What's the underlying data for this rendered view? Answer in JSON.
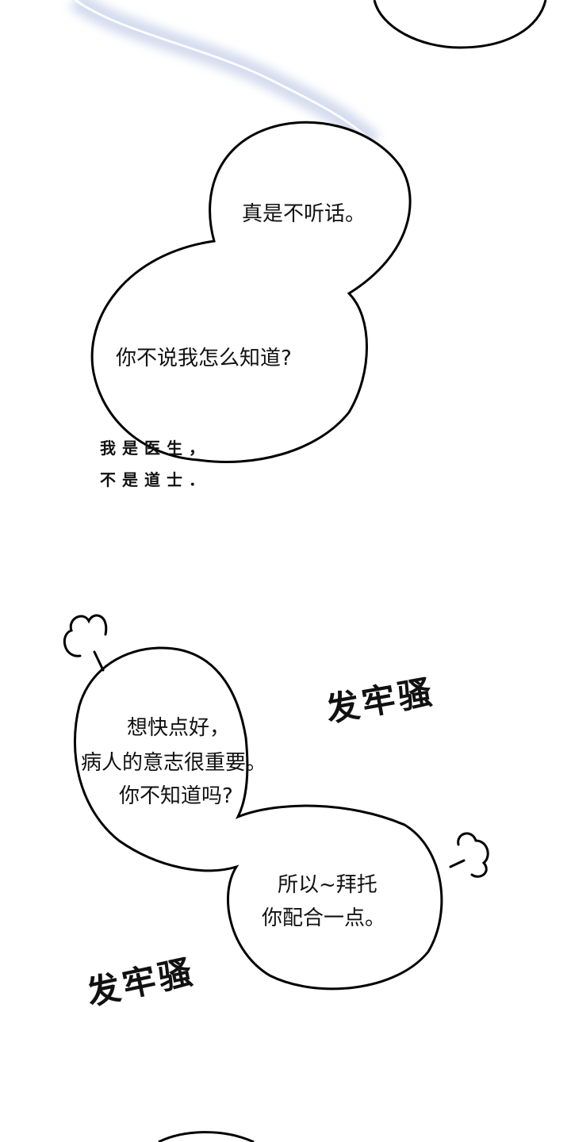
{
  "page": {
    "type": "webtoon-panel",
    "background": "#ffffff",
    "line_color": "#000000",
    "streak_color": "#c9d3ea"
  },
  "bubbles": [
    {
      "id": "top-right-partial",
      "text": ""
    },
    {
      "id": "bubble-1",
      "text": "真是不听话。"
    },
    {
      "id": "bubble-2",
      "text": "你不说我怎么知道?"
    },
    {
      "id": "bubble-3",
      "lines": [
        "想快点好，",
        "病人的意志很重要。",
        "你不知道吗?"
      ]
    },
    {
      "id": "bubble-4",
      "lines": [
        "所以~拜托",
        "你配合一点。"
      ]
    },
    {
      "id": "bottom-partial",
      "text": ""
    }
  ],
  "narration": {
    "lines": [
      "我是医生，",
      "不是道士．"
    ]
  },
  "sfx": [
    {
      "text": "发牢骚",
      "rotation_deg": -10
    },
    {
      "text": "发牢骚",
      "rotation_deg": -12
    }
  ]
}
